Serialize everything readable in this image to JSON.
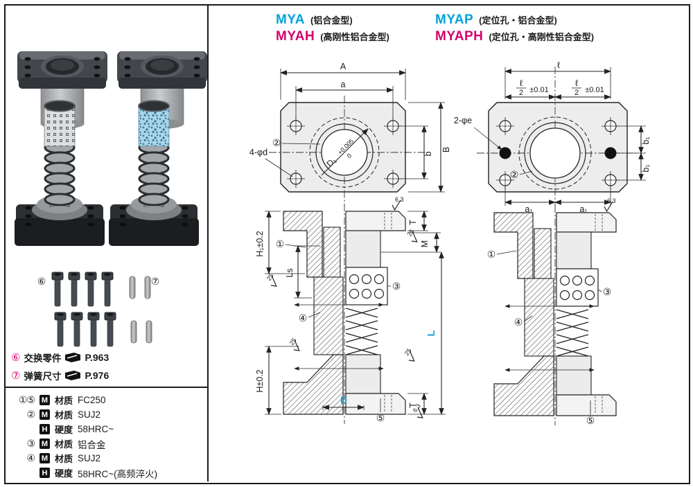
{
  "header": {
    "models": [
      {
        "code": "MYA",
        "desc": "(铝合金型)"
      },
      {
        "code": "MYAH",
        "desc": "(高刚性铝合金型)"
      },
      {
        "code": "MYAP",
        "desc": "(定位孔・铝合金型)"
      },
      {
        "code": "MYAPH",
        "desc": "(定位孔・高刚性铝合金型)"
      }
    ],
    "colors": {
      "standard_code": "#00a3d8",
      "high_rigidity_code": "#d4006e"
    }
  },
  "left_panel": {
    "screws_label": "⑥",
    "pins_label": "⑦",
    "refs": [
      {
        "num": "⑥",
        "label": "交换零件",
        "page": "P.963"
      },
      {
        "num": "⑦",
        "label": "弹簧尺寸",
        "page": "P.976"
      }
    ],
    "materials": [
      {
        "nums": "①⑤",
        "badge": "M",
        "prop": "材质",
        "value": "FC250"
      },
      {
        "nums": "②",
        "badge": "M",
        "prop": "材质",
        "value": "SUJ2"
      },
      {
        "nums": "",
        "badge": "H",
        "prop": "硬度",
        "value": "58HRC~"
      },
      {
        "nums": "③",
        "badge": "M",
        "prop": "材质",
        "value": "铝合金"
      },
      {
        "nums": "④",
        "badge": "M",
        "prop": "材质",
        "value": "SUJ2"
      },
      {
        "nums": "",
        "badge": "H",
        "prop": "硬度",
        "value": "58HRC~(高频淬火)"
      }
    ]
  },
  "drawing": {
    "accent_color": "#1aa7dc",
    "front_view": {
      "dim_A": "A",
      "dim_a": "a",
      "dim_B": "B",
      "dim_b": "b",
      "holes_label": "4-φd",
      "callout_2": "②",
      "bore": "D₁",
      "tol_upper": "+0.005",
      "tol_lower": "0"
    },
    "pilot_view": {
      "dim_l": "ℓ",
      "frac_num": "ℓ",
      "frac_den": "2",
      "tol": "±0.01",
      "holes_label": "2-φe",
      "callout_2": "②",
      "dim_b1": "b₁",
      "dim_a1": "a₁"
    },
    "section": {
      "dim_H1": "H₁±0.2",
      "dim_Ls": "Ls",
      "dim_H": "H±0.2",
      "dim_T": "T",
      "dim_M": "M",
      "dim_L": "L",
      "dim_D": "D",
      "callout_1": "①",
      "callout_3": "③",
      "callout_4": "④",
      "callout_5": "⑤",
      "sf_63": "6.3",
      "sf_25": "25"
    }
  }
}
